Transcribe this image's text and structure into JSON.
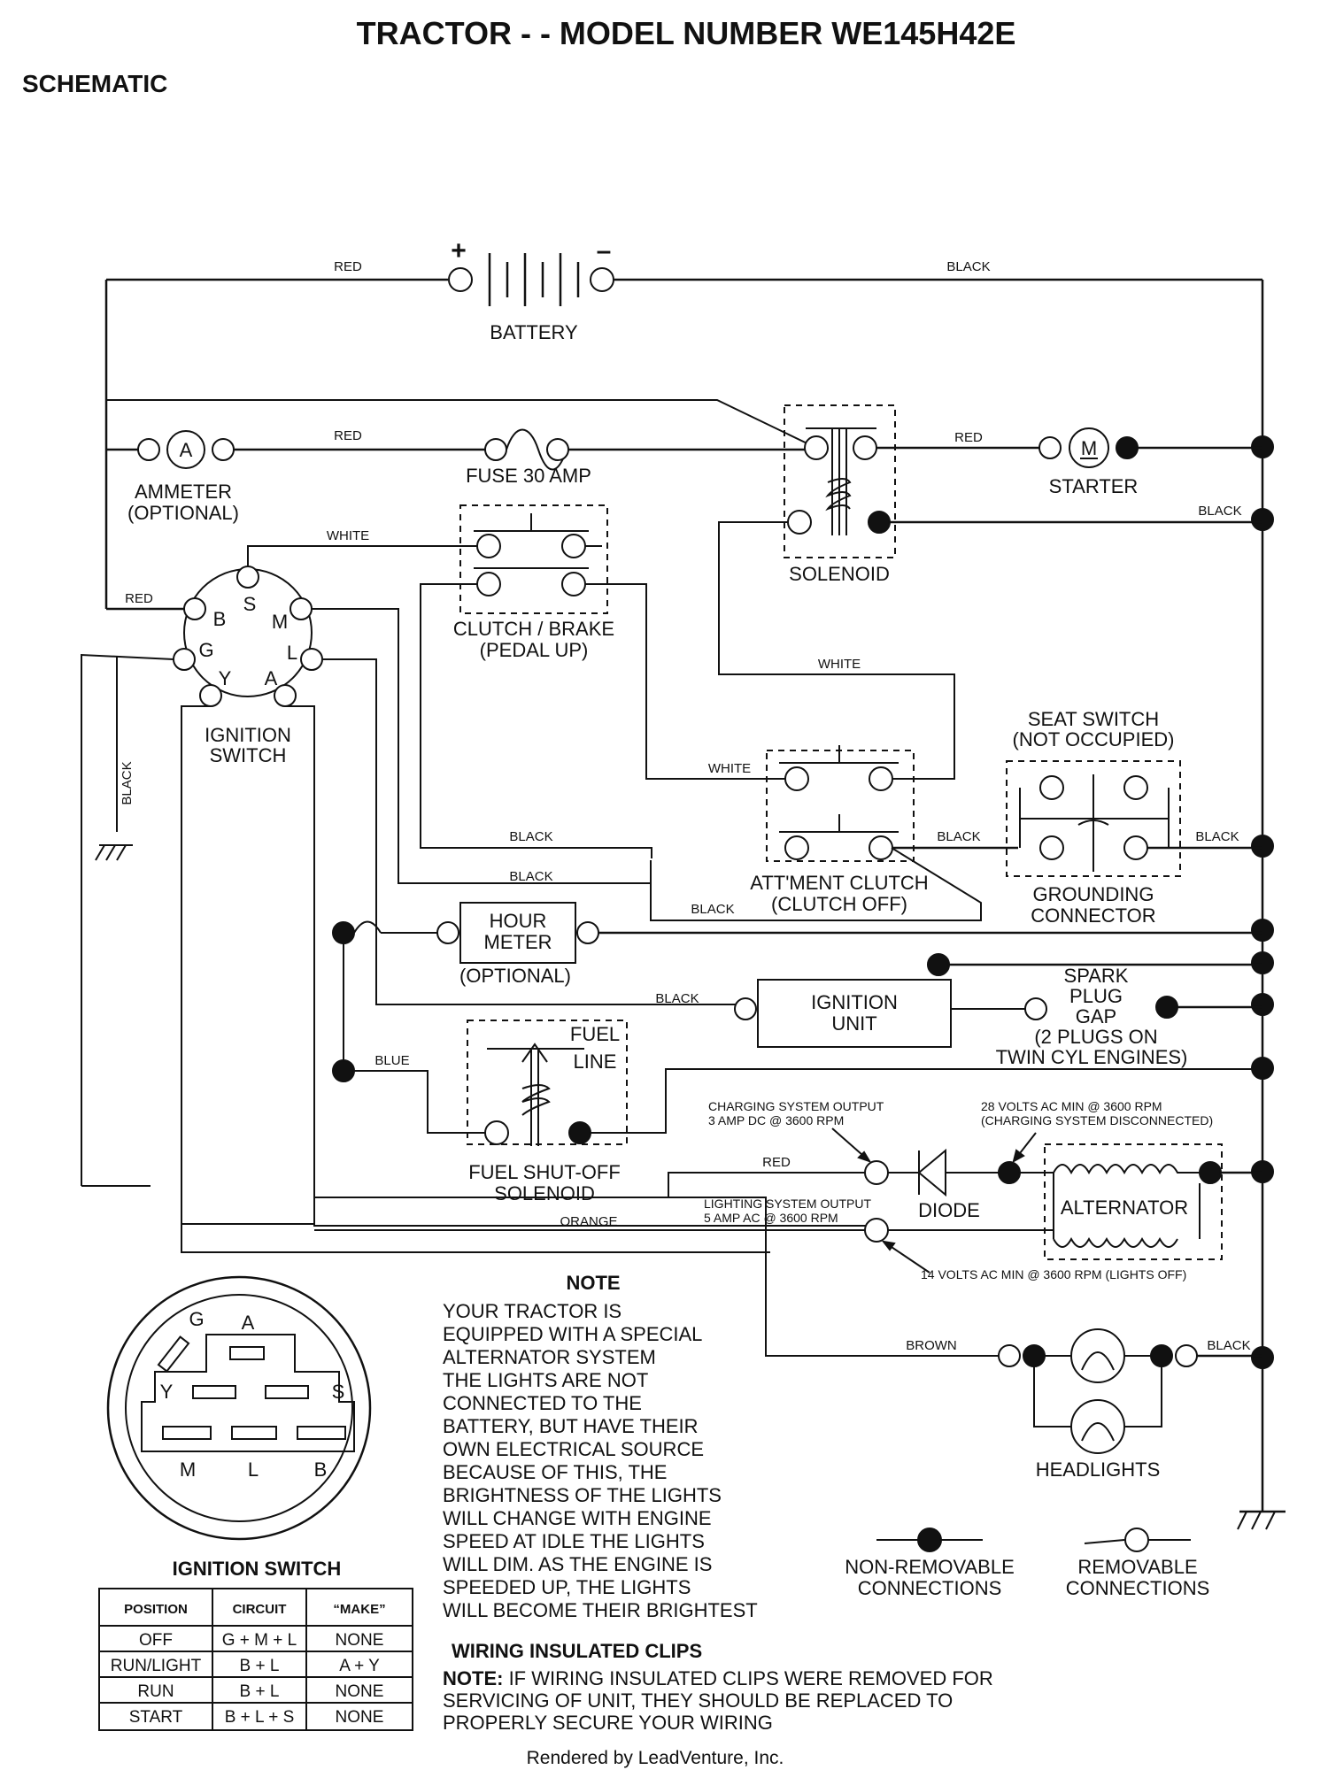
{
  "title": "TRACTOR - - MODEL NUMBER WE145H42E",
  "subtitle": "SCHEMATIC",
  "components": {
    "battery": "BATTERY",
    "battery_pos": "+",
    "battery_neg": "–",
    "ammeter": "AMMETER",
    "ammeter_opt": "(OPTIONAL)",
    "ammeter_symbol": "A",
    "fuse": "FUSE 30 AMP",
    "starter": "STARTER",
    "starter_symbol": "M",
    "solenoid": "SOLENOID",
    "clutch_brake_1": "CLUTCH / BRAKE",
    "clutch_brake_2": "(PEDAL UP)",
    "ignition_switch_1": "IGNITION",
    "ignition_switch_2": "SWITCH",
    "seat_switch_1": "SEAT SWITCH",
    "seat_switch_2": "(NOT OCCUPIED)",
    "attment_clutch_1": "ATT'MENT CLUTCH",
    "attment_clutch_2": "(CLUTCH OFF)",
    "grounding_1": "GROUNDING",
    "grounding_2": "CONNECTOR",
    "hour_meter_1": "HOUR",
    "hour_meter_2": "METER",
    "hour_meter_opt": "(OPTIONAL)",
    "ignition_unit_1": "IGNITION",
    "ignition_unit_2": "UNIT",
    "spark_1": "SPARK",
    "spark_2": "PLUG",
    "spark_3": "GAP",
    "spark_4": "(2 PLUGS ON",
    "spark_5": "TWIN CYL  ENGINES)",
    "fuel_line_1": "FUEL",
    "fuel_line_2": "LINE",
    "fuel_solenoid_1": "FUEL SHUT-OFF",
    "fuel_solenoid_2": "SOLENOID",
    "diode": "DIODE",
    "alternator": "ALTERNATOR",
    "headlights": "HEADLIGHTS"
  },
  "switch_terminals": [
    "S",
    "B",
    "M",
    "G",
    "L",
    "Y",
    "A"
  ],
  "wires": {
    "red": "RED",
    "black": "BLACK",
    "white": "WHITE",
    "blue": "BLUE",
    "orange": "ORANGE",
    "brown": "BROWN"
  },
  "specs": {
    "charging_1": "CHARGING SYSTEM OUTPUT",
    "charging_2": "3 AMP DC @ 3600 RPM",
    "volts_1": "28 VOLTS AC MIN  @ 3600 RPM",
    "volts_2": "(CHARGING SYSTEM DISCONNECTED)",
    "lighting_1": "LIGHTING SYSTEM OUTPUT",
    "lighting_2": "5 AMP AC @ 3600 RPM",
    "lights_off": "14 VOLTS AC MIN  @ 3600 RPM (LIGHTS OFF)"
  },
  "note": {
    "heading": "NOTE",
    "lines": [
      "YOUR TRACTOR IS",
      "EQUIPPED WITH A SPECIAL",
      "ALTERNATOR SYSTEM",
      "THE LIGHTS ARE NOT",
      "CONNECTED TO THE",
      "BATTERY, BUT HAVE THEIR",
      "OWN ELECTRICAL SOURCE",
      "BECAUSE OF THIS, THE",
      "BRIGHTNESS OF THE LIGHTS",
      "WILL CHANGE WITH ENGINE",
      "SPEED   AT IDLE THE LIGHTS",
      "WILL DIM.  AS THE ENGINE IS",
      "SPEEDED UP, THE LIGHTS",
      "WILL BECOME THEIR BRIGHTEST"
    ]
  },
  "legend": {
    "nonremovable_1": "NON-REMOVABLE",
    "nonremovable_2": "CONNECTIONS",
    "removable_1": "REMOVABLE",
    "removable_2": "CONNECTIONS"
  },
  "switch_diagram": {
    "labels": [
      "A",
      "G",
      "Y",
      "S",
      "M",
      "L",
      "B"
    ]
  },
  "ignition_table": {
    "title": "IGNITION SWITCH",
    "headers": [
      "POSITION",
      "CIRCUIT",
      "“MAKE”"
    ],
    "rows": [
      [
        "OFF",
        "G + M + L",
        "NONE"
      ],
      [
        "RUN/LIGHT",
        "B + L",
        "A + Y"
      ],
      [
        "RUN",
        "B + L",
        "NONE"
      ],
      [
        "START",
        "B + L + S",
        "NONE"
      ]
    ]
  },
  "clips": {
    "heading": "WIRING INSULATED CLIPS",
    "note_label": "NOTE:",
    "line1": " IF WIRING INSULATED CLIPS WERE REMOVED FOR",
    "line2": "SERVICING OF UNIT, THEY SHOULD BE REPLACED TO",
    "line3": "PROPERLY SECURE YOUR WIRING"
  },
  "footer": "Rendered by LeadVenture, Inc."
}
